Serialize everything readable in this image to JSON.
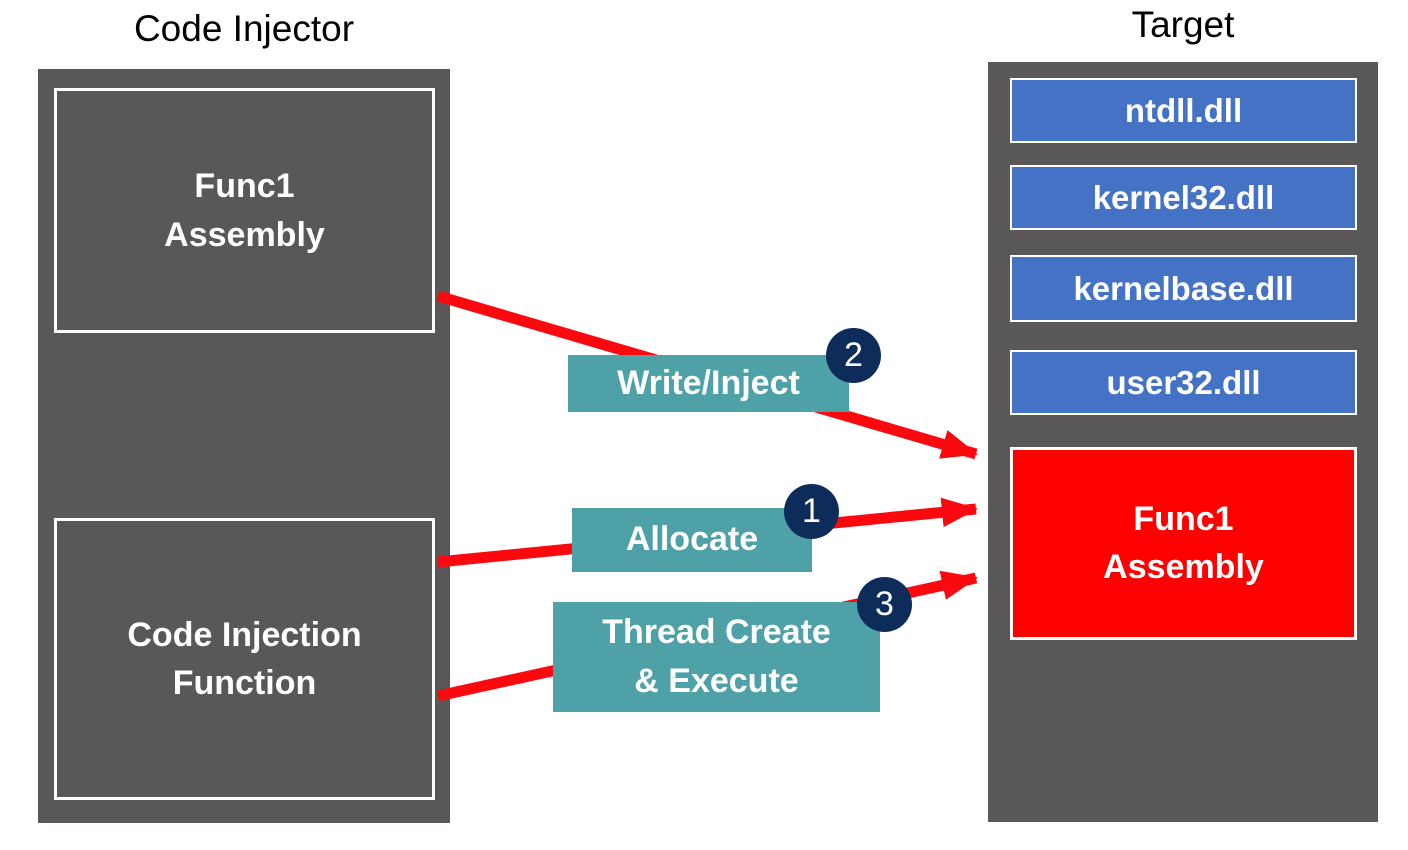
{
  "colors": {
    "panel_gray": "#595757",
    "dll_blue": "#4472c4",
    "injected_red": "#fe0000",
    "step_teal": "#4ea1a7",
    "badge_navy": "#0e2c5a",
    "arrow_red": "#fa0a0f",
    "border_white": "#ffffff",
    "title_black": "#000000"
  },
  "injector": {
    "title": "Code Injector",
    "assembly_box": "Func1\nAssembly",
    "function_box": "Code Injection\nFunction"
  },
  "target": {
    "title": "Target",
    "dlls": [
      "ntdll.dll",
      "kernel32.dll",
      "kernelbase.dll",
      "user32.dll"
    ],
    "injected_box": "Func1\nAssembly"
  },
  "steps": [
    {
      "number": "1",
      "label": "Allocate"
    },
    {
      "number": "2",
      "label": "Write/Inject"
    },
    {
      "number": "3",
      "label": "Thread Create\n& Execute"
    }
  ]
}
